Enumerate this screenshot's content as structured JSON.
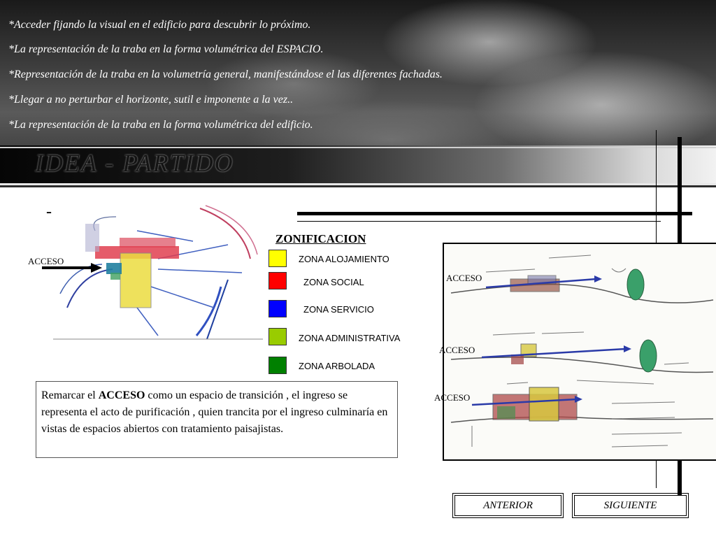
{
  "bullets": [
    "*Acceder fijando la visual en el edificio para descubrir lo próximo.",
    "*La representación de la traba en la forma volumétrica del ESPACIO.",
    "*Representación de la traba en la volumetría general, manifestándose el las diferentes fachadas.",
    "*Llegar a no perturbar el horizonte, sutil e imponente a la vez..",
    "*La representación de la traba en la forma volumétrica del edificio."
  ],
  "title": "IDEA - PARTIDO",
  "dash": "-",
  "acceso_label": "ACCESO",
  "zonificacion": {
    "title": "ZONIFICACION",
    "zones": [
      {
        "label": "ZONA  ALOJAMIENTO",
        "color": "#ffff00"
      },
      {
        "label": "ZONA SOCIAL",
        "color": "#ff0000"
      },
      {
        "label": "ZONA SERVICIO",
        "color": "#0000ff"
      },
      {
        "label": "ZONA ADMINISTRATIVA",
        "color": "#99cc00"
      },
      {
        "label": "ZONA ARBOLADA",
        "color": "#008000"
      }
    ]
  },
  "description": {
    "before": "Remarcar el ",
    "bold": "ACCESO",
    "after": " como un espacio de transición , el ingreso se representa el acto de purificación , quien trancita por el ingreso   culminaría en vistas de espacios abiertos con tratamiento paisajistas."
  },
  "sketches": {
    "acceso_labels": [
      "ACCESO",
      "ACCESO",
      "ACCESO"
    ]
  },
  "nav": {
    "prev": "ANTERIOR",
    "next": "SIGUIENTE"
  }
}
